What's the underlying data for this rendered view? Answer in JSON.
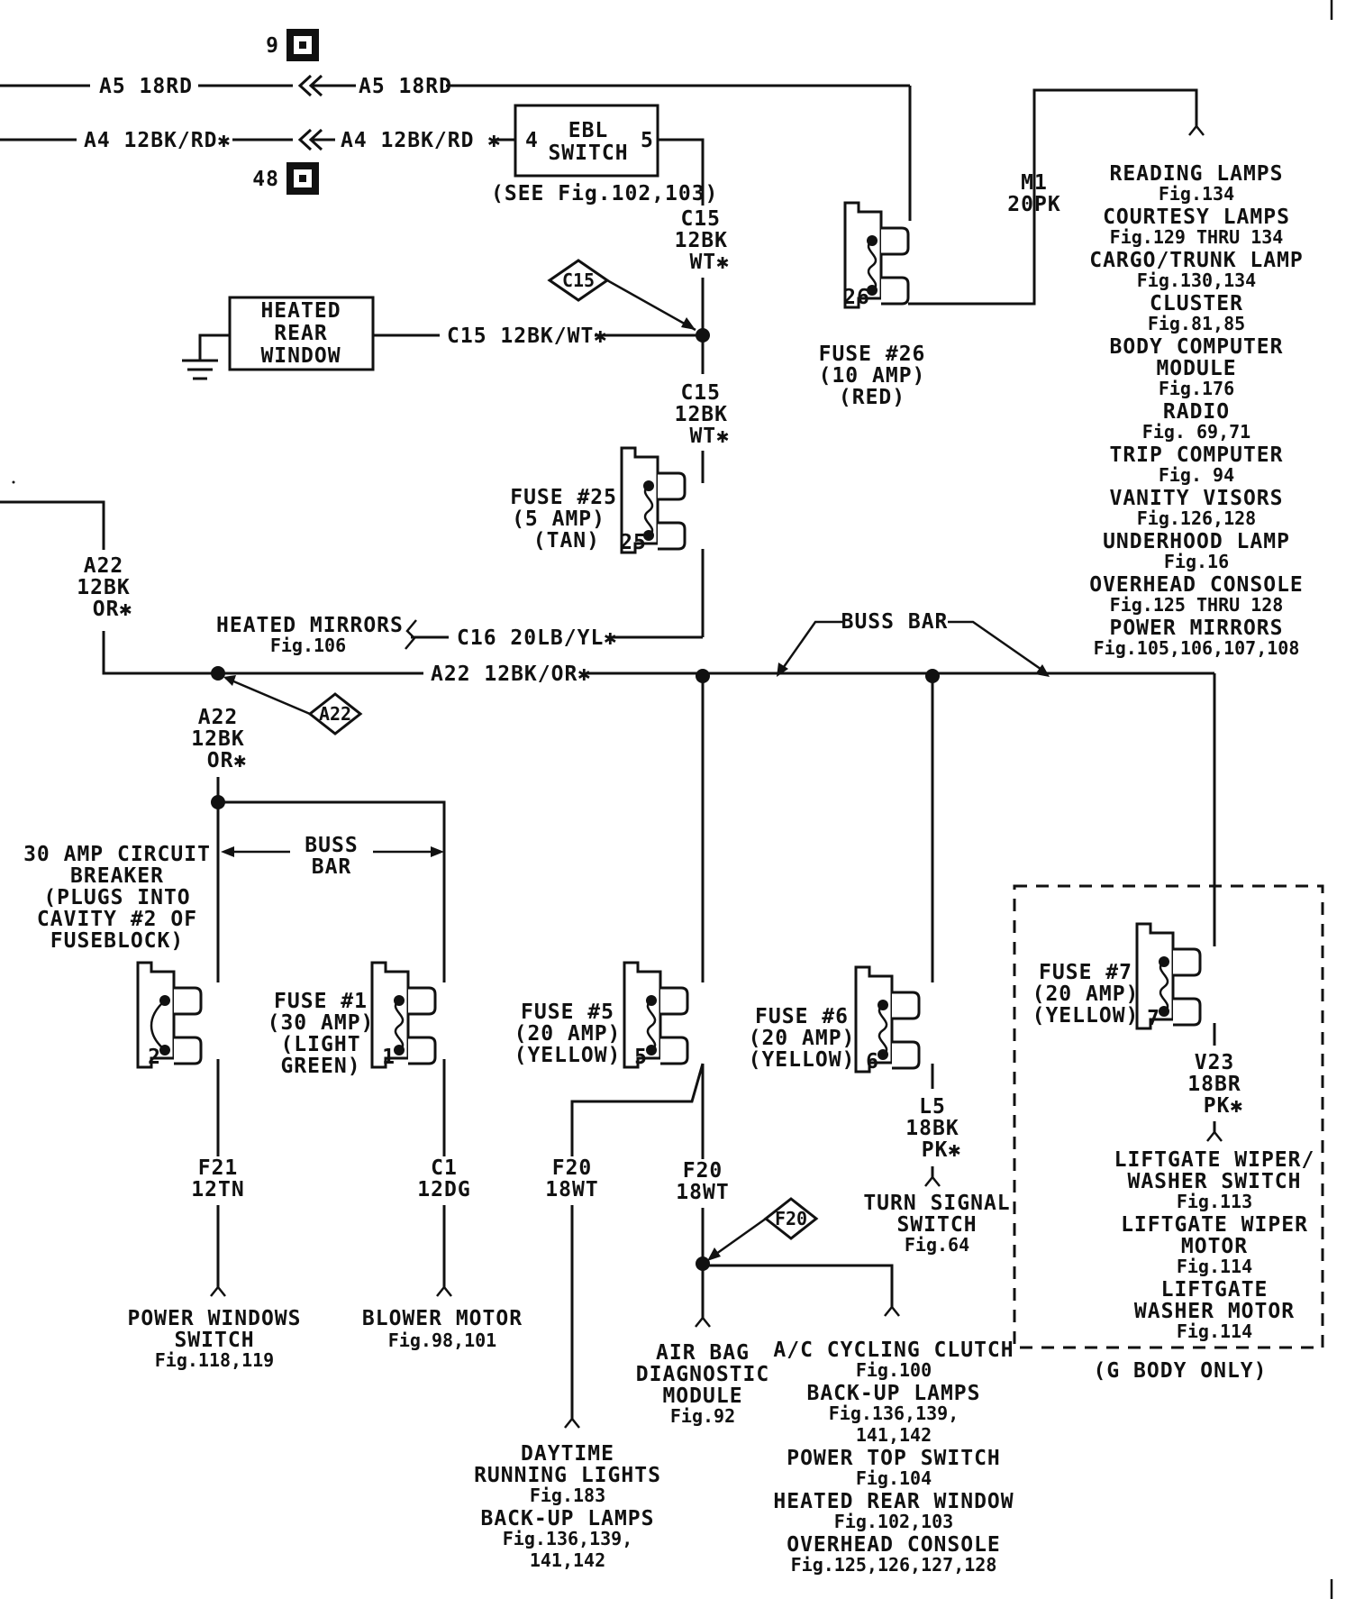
{
  "connectors": [
    {
      "id": "c9",
      "number": "9"
    },
    {
      "id": "c48",
      "number": "48"
    }
  ],
  "top_wires": {
    "a5_left": "A5 18RD",
    "a5_right": "A5 18RD",
    "a4_left": "A4 12BK/RD✱",
    "a4_right": "A4 12BK/RD ✱"
  },
  "ebl_switch": {
    "pin_in": "4",
    "name_line1": "EBL",
    "name_line2": "SWITCH",
    "pin_out": "5",
    "see": "(SEE Fig.102,103)"
  },
  "c15_wire": {
    "top": [
      "C15",
      "12BK",
      "WT✱"
    ],
    "bottom": [
      "C15",
      "12BK",
      "WT✱"
    ],
    "horizontal": "C15 12BK/WT✱",
    "splice": "C15"
  },
  "heated_rear_window": {
    "lines": [
      "HEATED",
      "REAR",
      "WINDOW"
    ]
  },
  "fuse25": {
    "lines": [
      "FUSE #25",
      "(5 AMP)",
      "(TAN)"
    ],
    "number": "25"
  },
  "fuse26": {
    "lines": [
      "FUSE #26",
      "(10 AMP)",
      "(RED)"
    ],
    "number": "26"
  },
  "m1_wire": [
    "M1",
    "20PK"
  ],
  "right_loads": [
    {
      "text": "READING LAMPS",
      "fig": "Fig.134"
    },
    {
      "text": "COURTESY LAMPS",
      "fig": "Fig.129 THRU 134"
    },
    {
      "text": "CARGO/TRUNK LAMP",
      "fig": "Fig.130,134"
    },
    {
      "text": "CLUSTER",
      "fig": "Fig.81,85"
    },
    {
      "text": "BODY COMPUTER",
      "text2": "MODULE",
      "fig": "Fig.176"
    },
    {
      "text": "RADIO",
      "fig": "Fig. 69,71"
    },
    {
      "text": "TRIP COMPUTER",
      "fig": "Fig. 94"
    },
    {
      "text": "VANITY VISORS",
      "fig": "Fig.126,128"
    },
    {
      "text": "UNDERHOOD LAMP",
      "fig": "Fig.16"
    },
    {
      "text": "OVERHEAD CONSOLE",
      "fig": "Fig.125 THRU 128"
    },
    {
      "text": "POWER MIRRORS",
      "fig": "Fig.105,106,107,108"
    }
  ],
  "a22_wire": {
    "upper": [
      "A22",
      "12BK",
      "OR✱"
    ],
    "lower": [
      "A22",
      "12BK",
      "OR✱"
    ],
    "horizontal": "A22 12BK/OR✱",
    "splice": "A22"
  },
  "heated_mirrors": {
    "text": "HEATED MIRRORS",
    "fig": "Fig.106",
    "wire": "C16 20LB/YL✱"
  },
  "buss_bar_top": "BUSS BAR",
  "buss_bar_left": [
    "BUSS",
    "BAR"
  ],
  "circuit_breaker": {
    "lines": [
      "30 AMP CIRCUIT",
      "BREAKER",
      "(PLUGS INTO",
      "CAVITY #2 OF",
      "FUSEBLOCK)"
    ],
    "number": "2"
  },
  "fuse1": {
    "lines": [
      "FUSE #1",
      "(30 AMP)",
      "(LIGHT",
      "GREEN)"
    ],
    "number": "1"
  },
  "fuse5": {
    "lines": [
      "FUSE #5",
      "(20 AMP)",
      "(YELLOW)"
    ],
    "number": "5"
  },
  "fuse6": {
    "lines": [
      "FUSE #6",
      "(20 AMP)",
      "(YELLOW)"
    ],
    "number": "6"
  },
  "fuse7": {
    "lines": [
      "FUSE #7",
      "(20 AMP)",
      "(YELLOW)"
    ],
    "number": "7"
  },
  "wires_bottom": {
    "f21": [
      "F21",
      "12TN"
    ],
    "c1": [
      "C1",
      "12DG"
    ],
    "f20a": [
      "F20",
      "18WT"
    ],
    "f20b": [
      "F20",
      "18WT"
    ],
    "f20_splice": "F20",
    "l5": [
      "L5",
      "18BK",
      "PK✱"
    ],
    "v23": [
      "V23",
      "18BR",
      "PK✱"
    ]
  },
  "power_windows": {
    "lines": [
      "POWER WINDOWS",
      "SWITCH"
    ],
    "fig": "Fig.118,119"
  },
  "blower_motor": {
    "lines": [
      "BLOWER MOTOR"
    ],
    "fig": "Fig.98,101"
  },
  "air_bag": {
    "lines": [
      "AIR BAG",
      "DIAGNOSTIC",
      "MODULE"
    ],
    "fig": "Fig.92"
  },
  "turn_signal": {
    "lines": [
      "TURN SIGNAL",
      "SWITCH"
    ],
    "fig": "Fig.64"
  },
  "daytime": {
    "lines": [
      "DAYTIME",
      "RUNNING LIGHTS"
    ],
    "fig1": "Fig.183",
    "line3": "BACK-UP LAMPS",
    "fig2a": "Fig.136,139,",
    "fig2b": "141,142"
  },
  "ac_loads": {
    "l1": "A/C CYCLING CLUTCH",
    "f1": "Fig.100",
    "l2": "BACK-UP LAMPS",
    "f2a": "Fig.136,139,",
    "f2b": "141,142",
    "l3": "POWER TOP SWITCH",
    "f3": "Fig.104",
    "l4": "HEATED REAR WINDOW",
    "f4": "Fig.102,103",
    "l5": "OVERHEAD CONSOLE",
    "f5": "Fig.125,126,127,128"
  },
  "liftgate": {
    "l1": "LIFTGATE WIPER/",
    "l2": "WASHER SWITCH",
    "f1": "Fig.113",
    "l3": "LIFTGATE WIPER",
    "l4": "MOTOR",
    "f2": "Fig.114",
    "l5": "LIFTGATE",
    "l6": "WASHER MOTOR",
    "f3": "Fig.114"
  },
  "g_body": "(G BODY ONLY)"
}
